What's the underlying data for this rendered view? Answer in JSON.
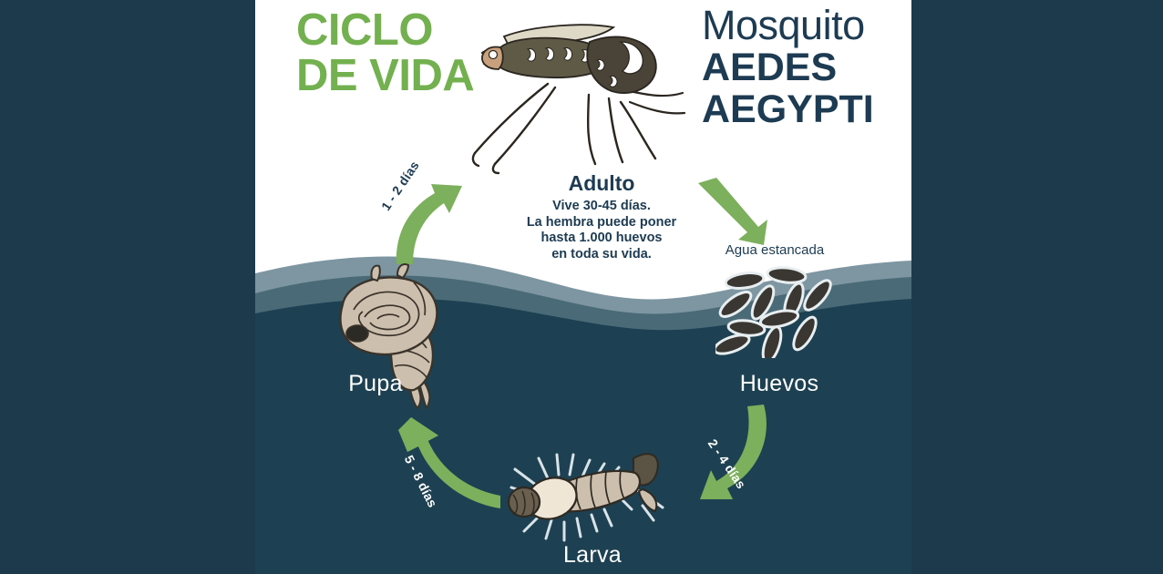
{
  "infographic": {
    "title_left": {
      "line1": "CICLO",
      "line2": "DE VIDA"
    },
    "title_right": {
      "line1": "Mosquito",
      "line2": "AEDES",
      "line3": "AEGYPTI"
    },
    "adult": {
      "heading": "Adulto",
      "body": "Vive 30-45 días.\nLa hembra puede poner\nhasta 1.000 huevos\nen toda su vida."
    },
    "water_label": "Agua estancada",
    "stages": [
      {
        "id": "adulto",
        "label": "Adulto"
      },
      {
        "id": "huevos",
        "label": "Huevos"
      },
      {
        "id": "larva",
        "label": "Larva"
      },
      {
        "id": "pupa",
        "label": "Pupa"
      }
    ],
    "stage_labels": {
      "pupa": "Pupa",
      "huevos": "Huevos",
      "larva": "Larva"
    },
    "transitions": [
      {
        "from": "pupa",
        "to": "adulto",
        "duration": "1 - 2 días"
      },
      {
        "from": "adulto",
        "to": "huevos",
        "duration": ""
      },
      {
        "from": "huevos",
        "to": "larva",
        "duration": "2 - 4 días"
      },
      {
        "from": "larva",
        "to": "pupa",
        "duration": "5 - 8 días"
      }
    ],
    "arrow_labels": {
      "pupa_to_adult": "1 - 2 días",
      "eggs_to_larva": "2 - 4 días",
      "larva_to_pupa": "5 - 8 días"
    },
    "colors": {
      "background": "#1d3a4d",
      "panel": "#ffffff",
      "water_deep": "#1d4152",
      "water_mid": "#4b6a77",
      "water_light": "#7d96a1",
      "accent_green": "#7cb05c",
      "title_green": "#73b04f",
      "text_dark": "#1d3b52",
      "text_light": "#ffffff",
      "egg": "#3a3733",
      "body_tan": "#cdbfae"
    },
    "egg_count": 11
  }
}
